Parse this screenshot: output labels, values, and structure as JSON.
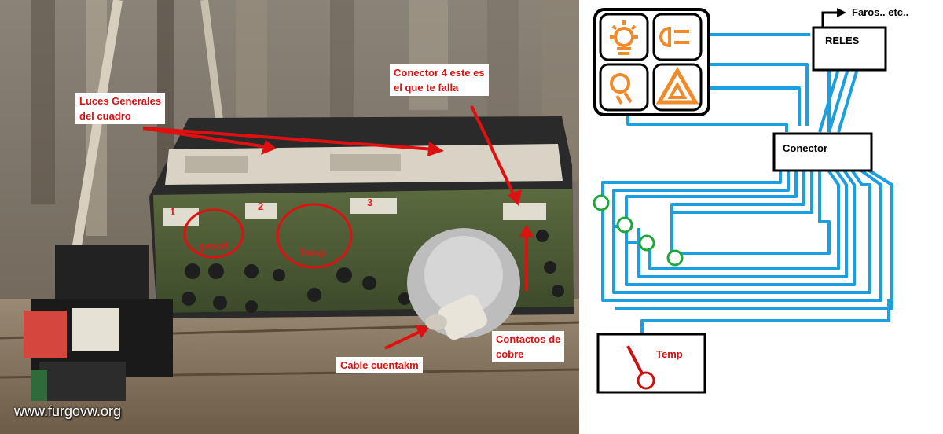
{
  "photo": {
    "annotations": {
      "luces": "Luces Generales\ndel cuadro",
      "conector4": "Conector 4 este es\nel que te falla",
      "contactos": "Contactos de\ncobre",
      "cable": "Cable cuentakm"
    },
    "connector_numbers": [
      "1",
      "2",
      "3"
    ],
    "circle_labels": {
      "gasoil": "gasoil",
      "temp": "Temp"
    },
    "watermark": "www.furgovw.org"
  },
  "diagram": {
    "reles_label": "RELES",
    "faros_label": "Faros.. etc..",
    "conector_label": "Conector",
    "temp_label": "Temp",
    "wire_color": "#1aa0e0",
    "ring_color": "#1fa83a",
    "icon_color": "#f08a2a",
    "switch_icons": [
      "interior-light-icon",
      "headlight-icon",
      "reading-light-icon",
      "hazard-triangle-icon"
    ]
  }
}
